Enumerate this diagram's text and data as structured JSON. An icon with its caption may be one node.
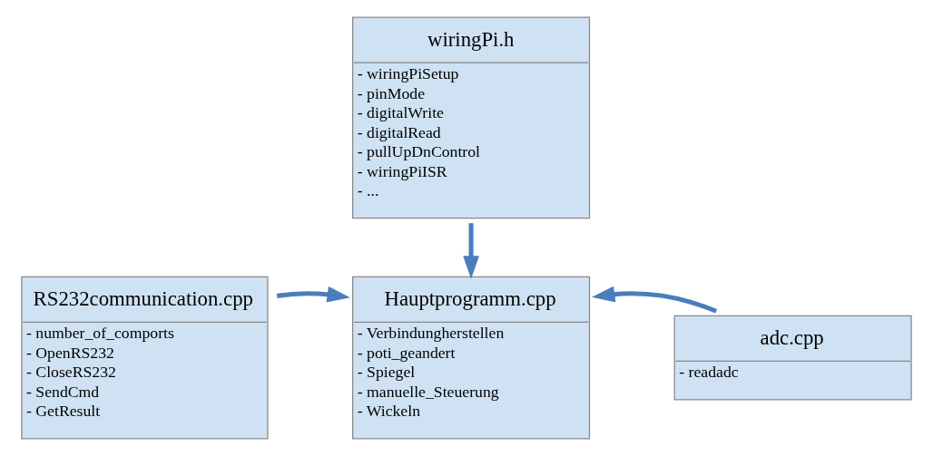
{
  "diagram": {
    "nodes": [
      {
        "text": [
          "wiringPi.h",
          "- wiringPiSetup",
          "- pinMode",
          "- digitalWrite",
          "- digitalRead",
          "- pullUpDnControl",
          "- wiringPiISR",
          "- ..."
        ]
      },
      {
        "text": [
          "RS232communication.cpp",
          "- number_of_comports",
          "- OpenRS232",
          "- CloseRS232",
          "- SendCmd",
          "- GetResult"
        ]
      },
      {
        "text": [
          "Hauptprogramm.cpp",
          "- Verbindungherstellen",
          "- poti_geandert",
          "- Spiegel",
          "- manuelle_Steuerung",
          "- Wickeln"
        ]
      },
      {
        "text": [
          "adc.cpp",
          "- readadc"
        ]
      }
    ],
    "edges": [
      {
        "from": 0,
        "to": 2,
        "arrow": "to"
      },
      {
        "from": 1,
        "to": 2,
        "arrow": "to"
      },
      {
        "from": 3,
        "to": 2,
        "arrow": "to"
      }
    ]
  }
}
